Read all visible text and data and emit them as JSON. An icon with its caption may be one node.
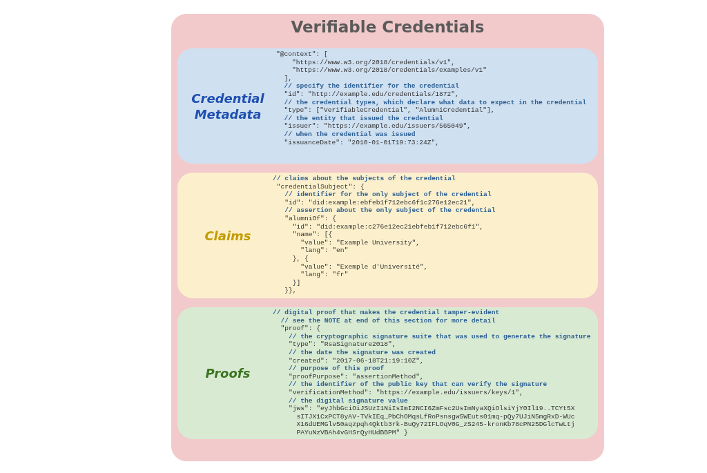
{
  "diagram": {
    "nodes": [
      {
        "text": [
          "Verifiable Credentials"
        ]
      },
      {
        "text": [
          "Credential Metadata",
          "\"@context\": [",
          "\"https://www.w3.org/2018/credentials/v1\",",
          "\"https://www.w3.org/2018/credentials/examples/v1\"",
          "],",
          "// specify the identifier for the credential",
          "\"id\": \"http://example.edu/credentials/1872\",",
          "// the credential types, which declare what data to expect in the credential",
          "\"type\": [\"VerifiableCredential\", \"AlumniCredential\"],",
          "// the entity that issued the credential",
          "\"issuer\": \"https://example.edu/issuers/565049\",",
          "// when the credential was issued",
          "\"issuanceDate\": \"2010-01-01T19:73:24Z\","
        ],
        "in": 0
      },
      {
        "text": [
          "Claims",
          "// claims about the subjects of the credential",
          "\"credentialSubject\": {",
          "// identifier for the only subject of the credential",
          "\"id\": \"did:example:ebfeb1f712ebc6f1c276e12ec21\",",
          "// assertion about the only subject of the credential",
          "\"alumniOf\": {",
          "\"id\": \"did:example:c276e12ec21ebfeb1f712ebc6f1\",",
          "\"name\": [{",
          "\"value\": \"Example University\",",
          "\"lang\": \"en\"",
          "}, {",
          "\"value\": \"Exemple d'Université\",",
          "\"lang\": \"fr\"",
          "}]",
          "}},"
        ],
        "in": 0
      },
      {
        "text": [
          "Proofs",
          "// digital proof that makes the credential tamper-evident",
          "// see the NOTE at end of this section for more detail",
          "\"proof\": {",
          "// the cryptographic signature suite that was used to generate the signature",
          "\"type\": \"RsaSignature2018\",",
          "// the date the signature was created",
          "\"created\": \"2017-06-18T21:19:10Z\",",
          "// purpose of this proof",
          "\"proofPurpose\": \"assertionMethod\",",
          "// the identifier of the public key that can verify the signature",
          "\"verificationMethod\": \"https://example.edu/issuers/keys/1\",",
          "// the digital signature value",
          "\"jws\": \"eyJhbGciOiJSUzI1NiIsImI2NCI6ZmFsc2UsImNyaXQiOlsiYjY0Il19..TCYt5X sITJX1CxPCT8yAV-TVkIEq_PbChOMqsLfRoPsnsgw5WEuts01mq-pQy7UJiN5mgRxD-WUc X16dUEMGlv50aqzpqh4Qktb3rk-BuQy72IFLOqV0G_zS245-kronKb78cPN25DGlcTwLtj PAYuNzVBAh4vGHSrQyHUdBBPM\" }"
        ],
        "in": 0
      }
    ]
  }
}
